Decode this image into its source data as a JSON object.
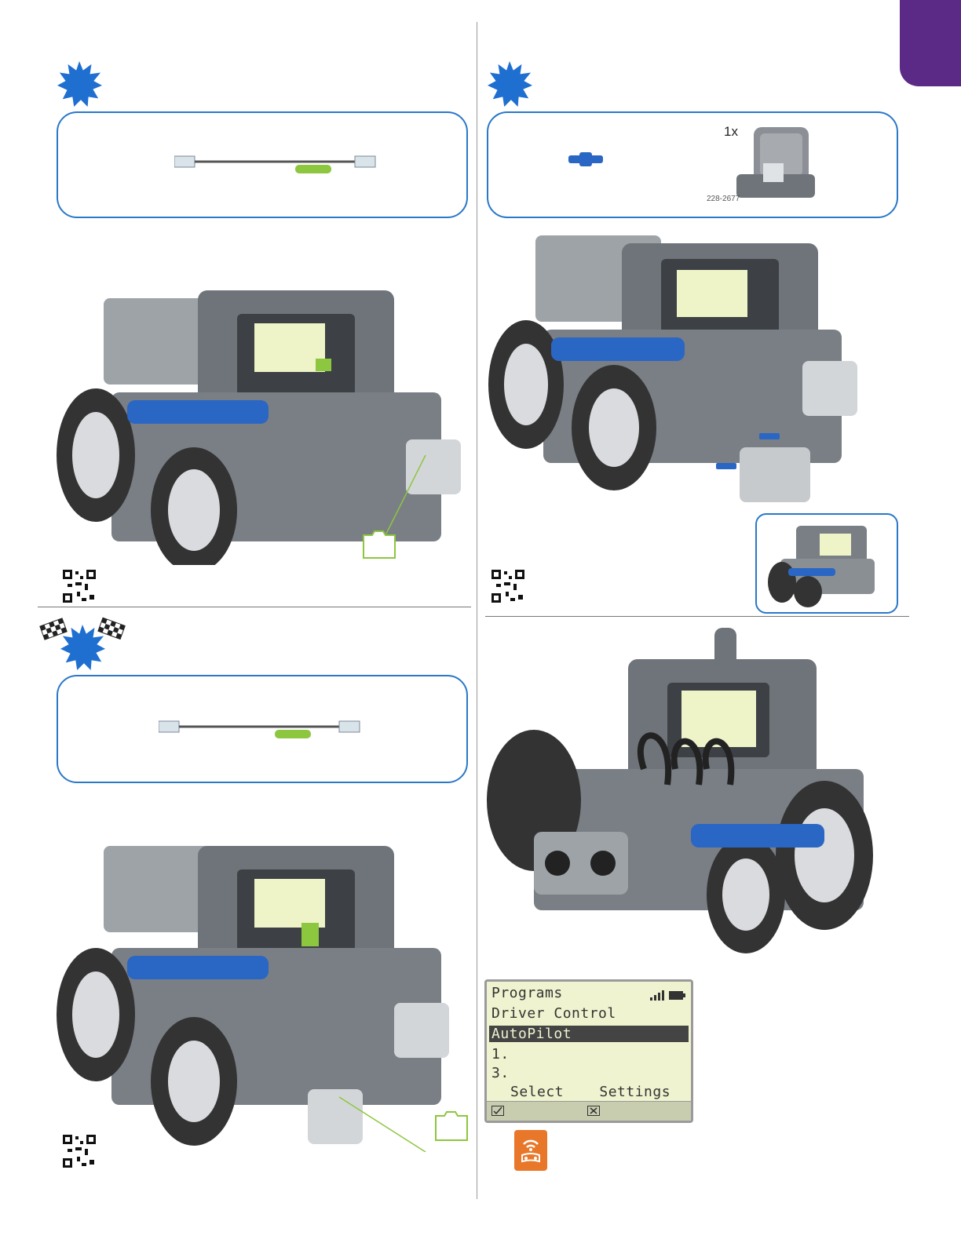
{
  "page": {
    "tab_color": "#5b2a86",
    "accent_blue": "#1f6fd1",
    "accent_green": "#8dc63f"
  },
  "step_top_right": {
    "part_quantity": "1x",
    "part_number": "228-2677"
  },
  "brain_screen": {
    "line1": "Programs",
    "line2": "Driver Control",
    "line3": "AutoPilot",
    "line4": "1.",
    "line5": "3.",
    "line6": "Select    Settings",
    "signal_icon": "signal-battery-icon",
    "check_icon": "check-box-icon",
    "x_icon": "x-box-icon"
  },
  "icons": {
    "burst": "starburst-icon",
    "qr": "qr-code-icon",
    "flags": "checkered-flags-icon",
    "app": "controller-app-icon"
  }
}
